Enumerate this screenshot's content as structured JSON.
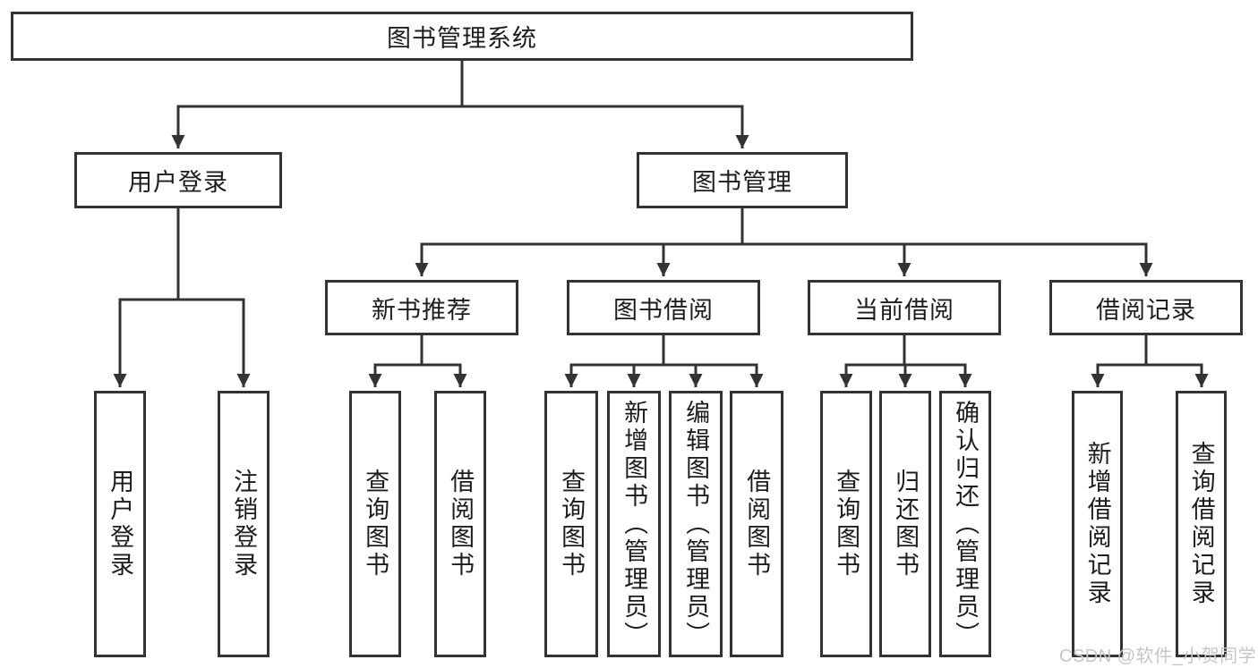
{
  "colors": {
    "line": "#333333",
    "text": "#1c1c1c",
    "watermark": "#c6c6c6",
    "background": "#ffffff"
  },
  "diagram": {
    "root": {
      "label": "图书管理系统"
    },
    "branches": [
      {
        "label": "用户登录",
        "leaves": [
          "用户登录",
          "注销登录"
        ]
      },
      {
        "label": "图书管理",
        "groups": [
          {
            "label": "新书推荐",
            "leaves": [
              "查询图书",
              "借阅图书"
            ]
          },
          {
            "label": "图书借阅",
            "leaves": [
              "查询图书",
              "新增图书（管理员）",
              "编辑图书（管理员）",
              "借阅图书"
            ]
          },
          {
            "label": "当前借阅",
            "leaves": [
              "查询图书",
              "归还图书",
              "确认归还（管理员）"
            ]
          },
          {
            "label": "借阅记录",
            "leaves": [
              "新增借阅记录",
              "查询借阅记录"
            ]
          }
        ]
      }
    ]
  },
  "watermark": {
    "text": "CSDN @软件_小贺同学"
  }
}
